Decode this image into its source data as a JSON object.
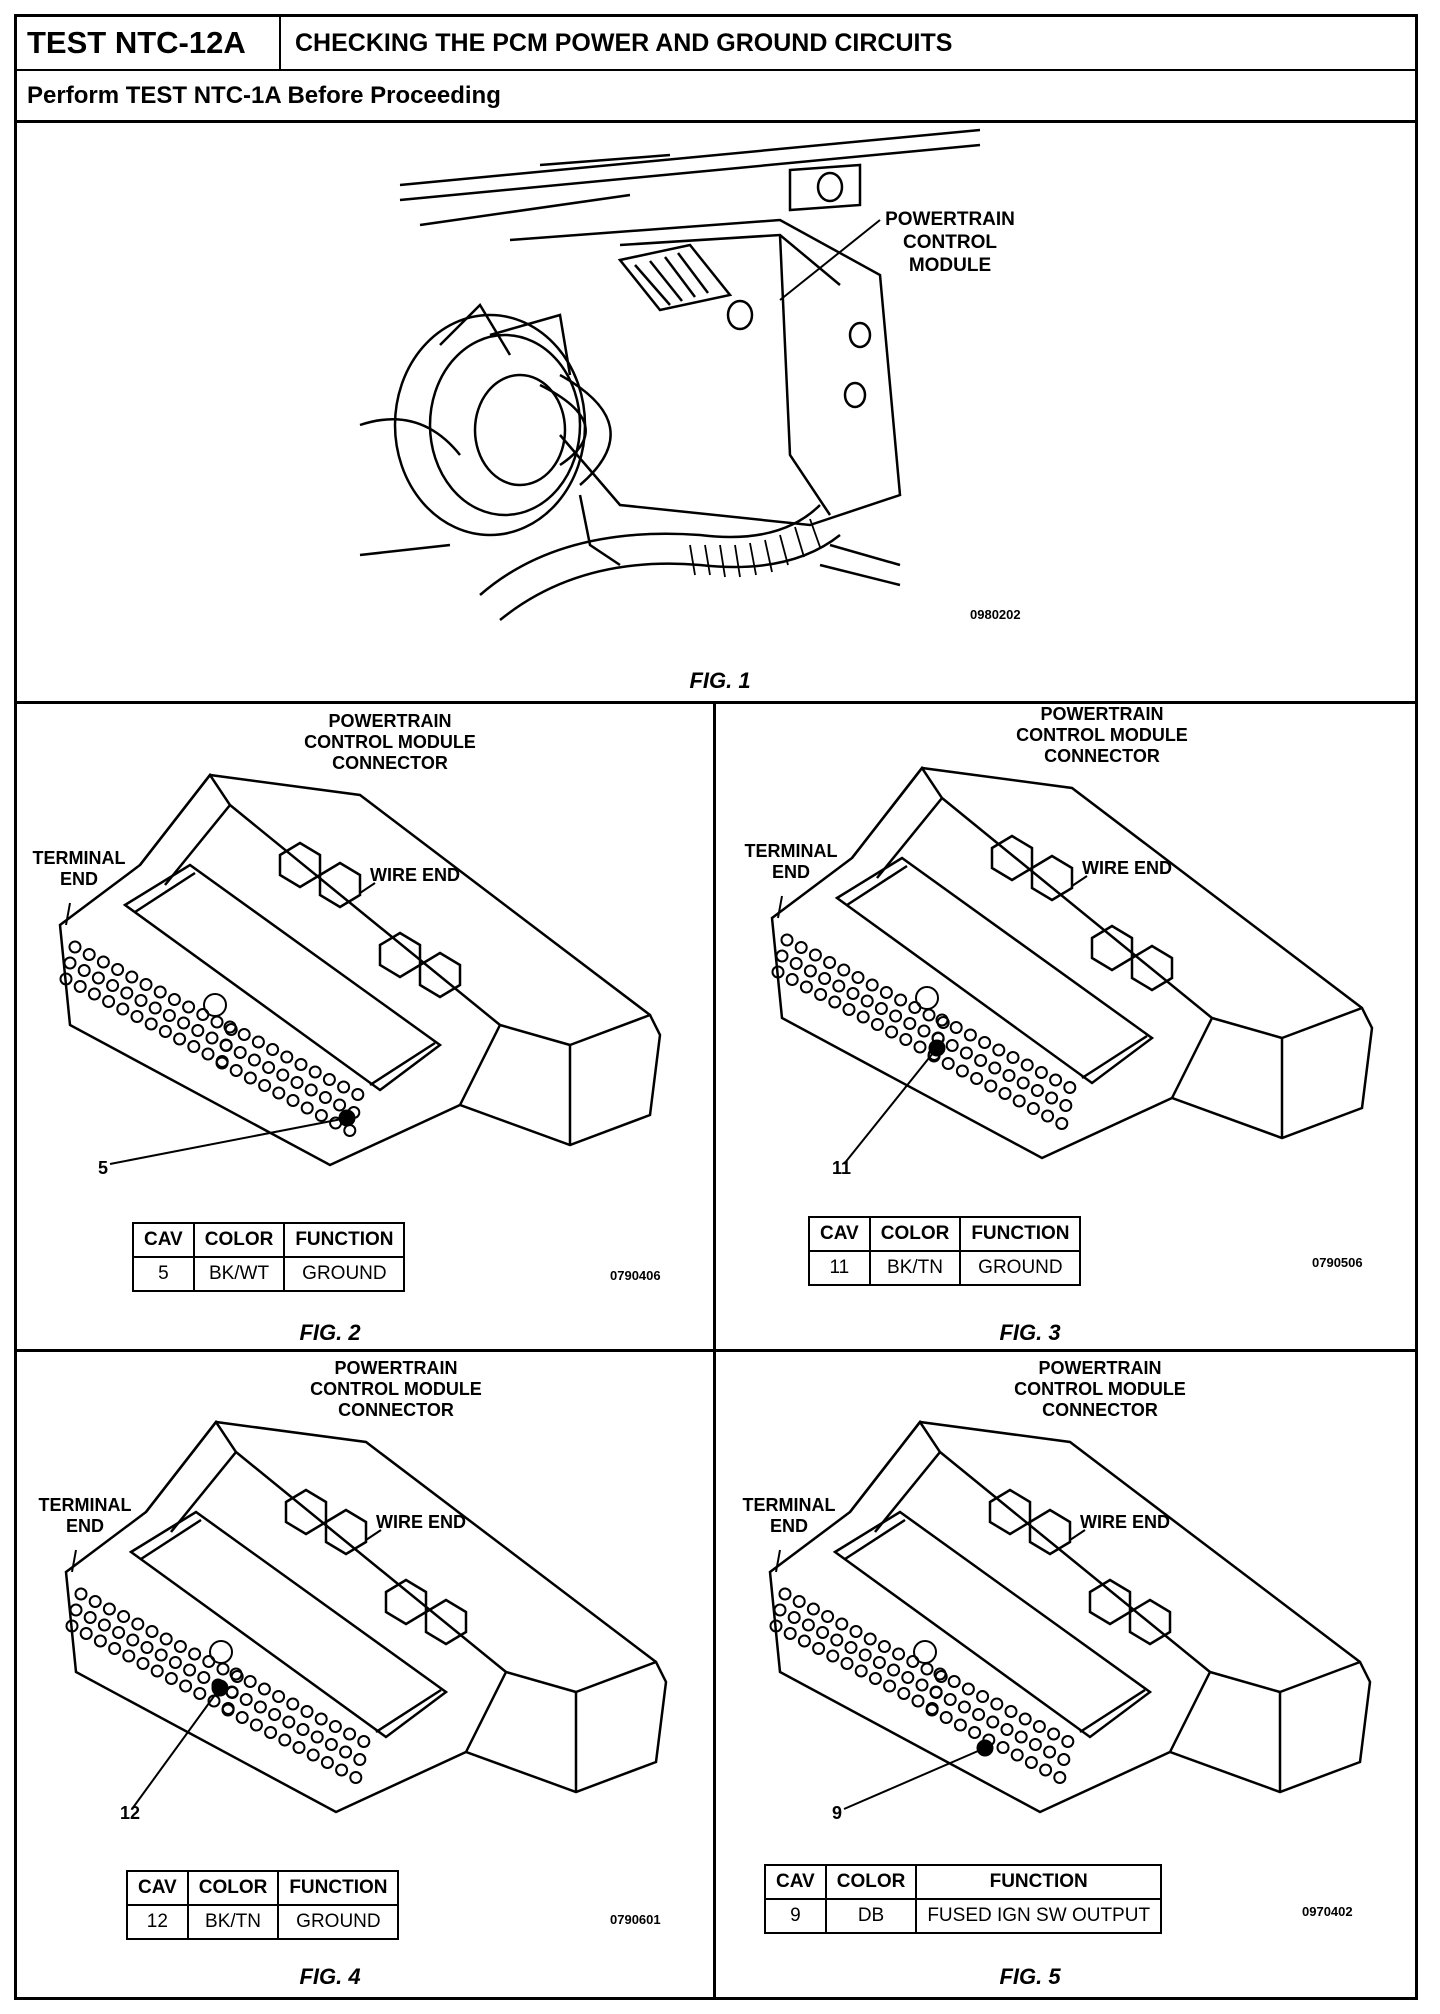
{
  "header": {
    "test_id": "TEST NTC-12A",
    "title": "CHECKING THE PCM POWER AND GROUND CIRCUITS",
    "prerequisite": "Perform TEST NTC-1A Before Proceeding"
  },
  "fig1": {
    "callout": [
      "POWERTRAIN",
      "CONTROL",
      "MODULE"
    ],
    "code": "0980202",
    "caption": "FIG. 1"
  },
  "common": {
    "connector_title": [
      "POWERTRAIN",
      "CONTROL MODULE",
      "CONNECTOR"
    ],
    "terminal_end": [
      "TERMINAL",
      "END"
    ],
    "wire_end": "WIRE  END",
    "table_headers": [
      "CAV",
      "COLOR",
      "FUNCTION"
    ]
  },
  "figs": [
    {
      "caption": "FIG. 2",
      "pin_label": "5",
      "code": "0790406",
      "cav": "5",
      "color": "BK/WT",
      "function": "GROUND"
    },
    {
      "caption": "FIG. 3",
      "pin_label": "11",
      "code": "0790506",
      "cav": "11",
      "color": "BK/TN",
      "function": "GROUND"
    },
    {
      "caption": "FIG. 4",
      "pin_label": "12",
      "code": "0790601",
      "cav": "12",
      "color": "BK/TN",
      "function": "GROUND"
    },
    {
      "caption": "FIG. 5",
      "pin_label": "9",
      "code": "0970402",
      "cav": "9",
      "color": "DB",
      "function": "FUSED IGN SW OUTPUT"
    }
  ]
}
